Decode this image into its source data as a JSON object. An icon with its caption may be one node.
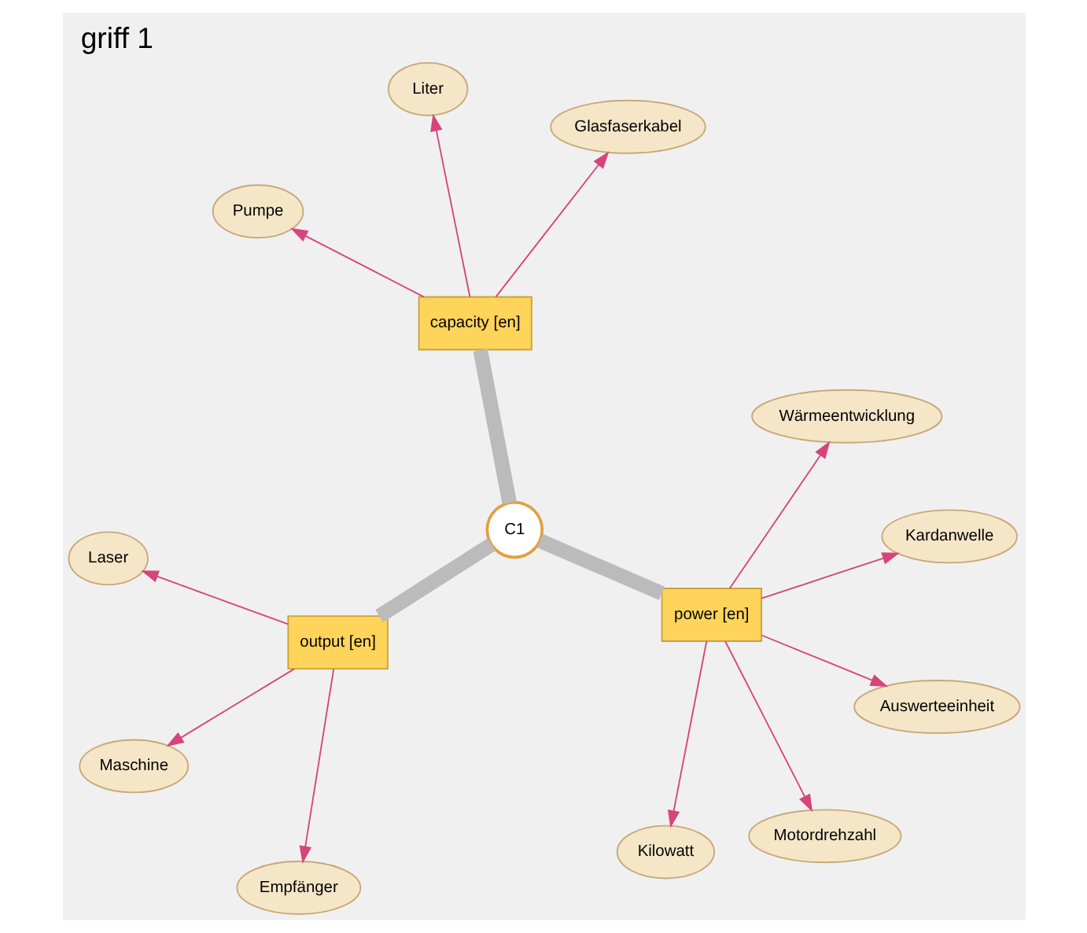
{
  "diagram": {
    "title": "griff 1",
    "nodes": [
      {
        "text": [
          "C1"
        ]
      },
      {
        "text": [
          "power [en]"
        ]
      },
      {
        "text": [
          "output [en]"
        ]
      },
      {
        "text": [
          "capacity [en]"
        ]
      },
      {
        "text": [
          "Kardanwelle"
        ]
      },
      {
        "text": [
          "Wärmeentwicklung"
        ]
      },
      {
        "text": [
          "Kilowatt"
        ]
      },
      {
        "text": [
          "Auswerteeinheit"
        ]
      },
      {
        "text": [
          "Motordrehzahl"
        ]
      },
      {
        "text": [
          "Empfänger"
        ]
      },
      {
        "text": [
          "Maschine"
        ]
      },
      {
        "text": [
          "Laser"
        ]
      },
      {
        "text": [
          "Glasfaserkabel"
        ]
      },
      {
        "text": [
          "Liter"
        ]
      },
      {
        "text": [
          "Pumpe"
        ]
      }
    ],
    "edges": [
      {
        "from": 0,
        "to": 1,
        "arrow": "none",
        "style": "thick",
        "color": "#bbbbbb"
      },
      {
        "from": 0,
        "to": 2,
        "arrow": "none",
        "style": "thick",
        "color": "#bbbbbb"
      },
      {
        "from": 0,
        "to": 3,
        "arrow": "none",
        "style": "thick",
        "color": "#bbbbbb"
      },
      {
        "from": 1,
        "to": 4,
        "arrow": "to"
      },
      {
        "from": 1,
        "to": 5,
        "arrow": "to"
      },
      {
        "from": 1,
        "to": 6,
        "arrow": "to"
      },
      {
        "from": 1,
        "to": 7,
        "arrow": "to"
      },
      {
        "from": 1,
        "to": 8,
        "arrow": "to"
      },
      {
        "from": 2,
        "to": 9,
        "arrow": "to"
      },
      {
        "from": 2,
        "to": 10,
        "arrow": "to"
      },
      {
        "from": 2,
        "to": 11,
        "arrow": "to"
      },
      {
        "from": 3,
        "to": 12,
        "arrow": "to"
      },
      {
        "from": 3,
        "to": 13,
        "arrow": "to"
      },
      {
        "from": 3,
        "to": 14,
        "arrow": "to"
      }
    ]
  }
}
